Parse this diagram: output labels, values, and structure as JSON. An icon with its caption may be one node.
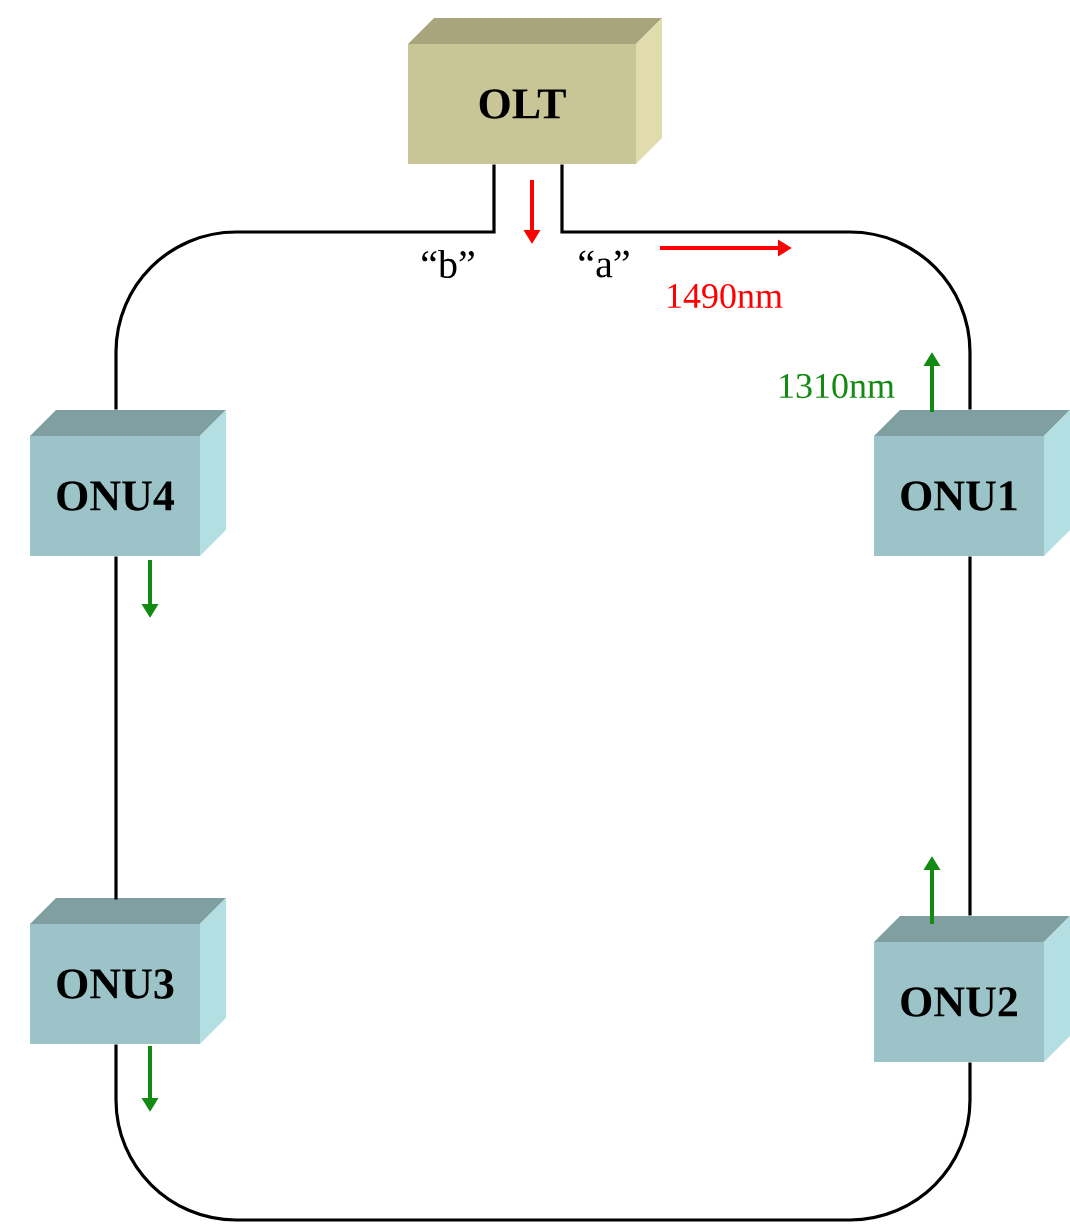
{
  "diagram": {
    "nodes": [
      {
        "text": [
          "OLT"
        ]
      },
      {
        "text": [
          "ONU1"
        ]
      },
      {
        "text": [
          "ONU2"
        ]
      },
      {
        "text": [
          "ONU3"
        ]
      },
      {
        "text": [
          "ONU4"
        ]
      }
    ],
    "edges": [
      {
        "from": 0,
        "to": 1,
        "arrow": "none",
        "label": "“a”"
      },
      {
        "from": 1,
        "to": 2,
        "arrow": "none"
      },
      {
        "from": 2,
        "to": 3,
        "arrow": "none"
      },
      {
        "from": 3,
        "to": 4,
        "arrow": "none"
      },
      {
        "from": 4,
        "to": 0,
        "arrow": "none",
        "label": "“b”"
      }
    ],
    "labels": [
      "1490nm",
      "1310nm"
    ]
  }
}
